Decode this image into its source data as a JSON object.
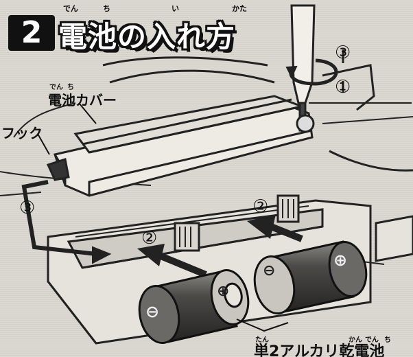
{
  "title": {
    "number": "2",
    "text": "電池の入れ方",
    "ruby": [
      "でん",
      "ち",
      "い",
      "かた"
    ]
  },
  "labels": {
    "cover": "電池カバー",
    "cover_ruby": [
      "でん",
      "ち"
    ],
    "hook": "フック",
    "battery": "単2アルカリ乾電池",
    "battery_ruby": [
      "たん",
      "かん",
      "でん",
      "ち"
    ]
  },
  "steps": {
    "three_top": "③",
    "one": "①",
    "three_left": "③",
    "two_left": "②",
    "two_right": "②"
  },
  "battery_symbols": {
    "minus": "⊖",
    "plus": "⊕"
  }
}
